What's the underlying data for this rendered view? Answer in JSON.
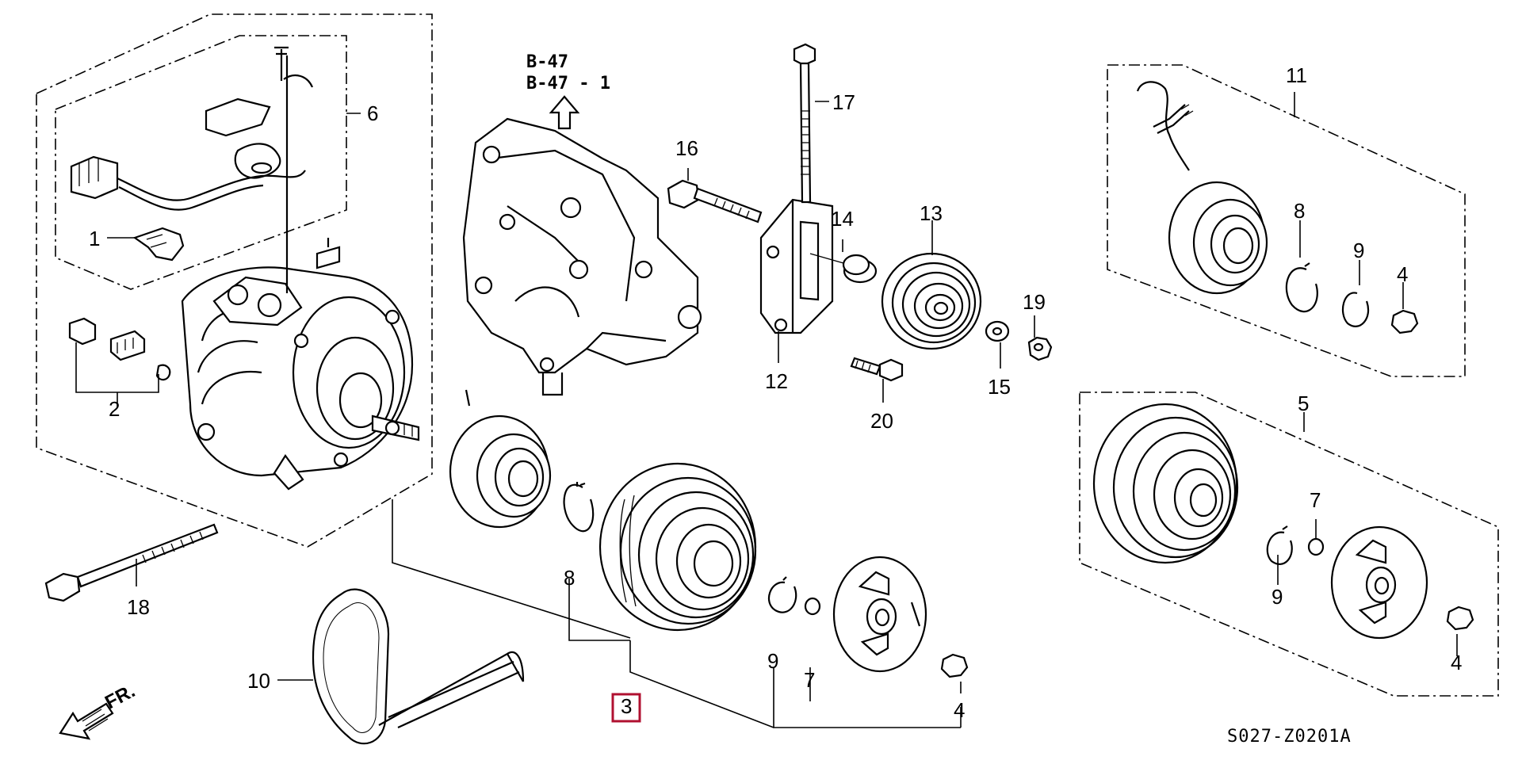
{
  "diagram": {
    "reference": {
      "line1": "B-47",
      "line2": "B-47 - 1"
    },
    "front_label": "FR.",
    "diagram_code": "S027-Z0201A",
    "callouts": {
      "c1": "1",
      "c2": "2",
      "c3": "3",
      "c4a": "4",
      "c4b": "4",
      "c4c": "4",
      "c5": "5",
      "c6": "6",
      "c7a": "7",
      "c7b": "7",
      "c8a": "8",
      "c8b": "8",
      "c9a": "9",
      "c9b": "9",
      "c9c": "9",
      "c10": "10",
      "c11": "11",
      "c12": "12",
      "c13": "13",
      "c14": "14",
      "c15": "15",
      "c16": "16",
      "c17": "17",
      "c18": "18",
      "c19": "19",
      "c20": "20"
    },
    "highlighted_part": "3",
    "highlight_color": "#b01030"
  }
}
